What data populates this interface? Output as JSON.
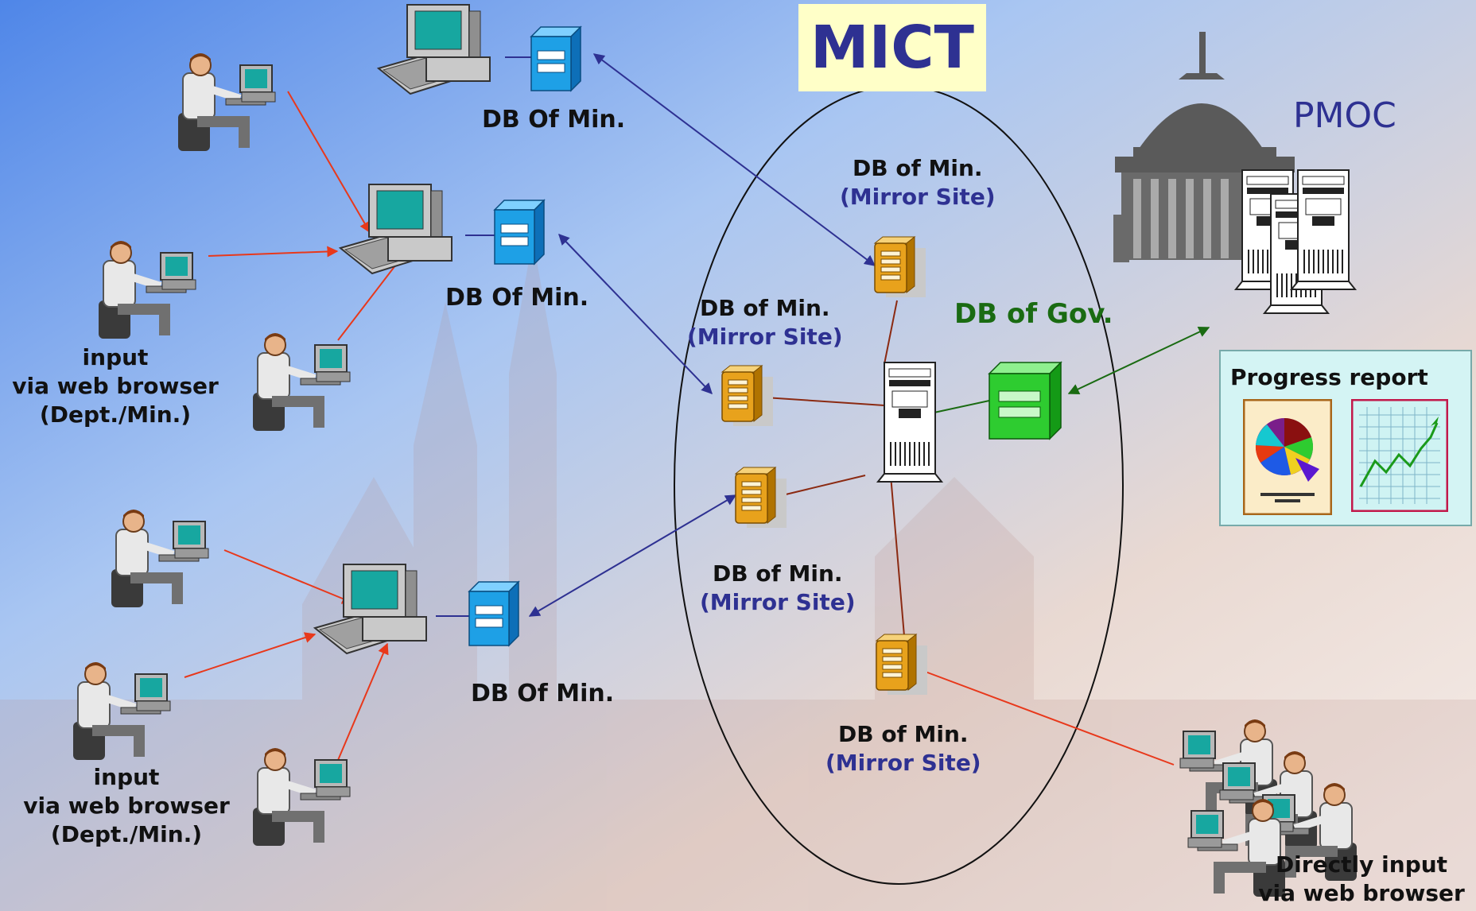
{
  "mict_label": "MICT",
  "pmoc_label": "PMOC",
  "db_gov_label": "DB of Gov.",
  "progress_report_label": "Progress report",
  "db_of_min_left": [
    "DB Of Min.",
    "DB Of Min.",
    "DB Of Min."
  ],
  "mirror_nodes": [
    {
      "title": "DB of Min.",
      "subtitle": "(Mirror Site)"
    },
    {
      "title": "DB of Min.",
      "subtitle": "(Mirror Site)"
    },
    {
      "title": "DB of Min.",
      "subtitle": "(Mirror Site)"
    },
    {
      "title": "DB of Min.",
      "subtitle": "(Mirror Site)"
    }
  ],
  "input_groups": [
    {
      "line1": "input",
      "line2": "via web browser",
      "line3": "(Dept./Min.)"
    },
    {
      "line1": "input",
      "line2": "via web browser",
      "line3": "(Dept./Min.)"
    }
  ],
  "direct_input": {
    "line1": "Directly input",
    "line2": "via web browser"
  },
  "colors": {
    "client_link": "#e8381b",
    "ministry_link": "#2e3192",
    "core_link": "#8b2a12",
    "gov_link": "#1a6b12",
    "db_blue": "#1ea0e6",
    "db_orange": "#e8a21c",
    "db_green": "#2ecc30",
    "label_blue": "#2e3192"
  }
}
